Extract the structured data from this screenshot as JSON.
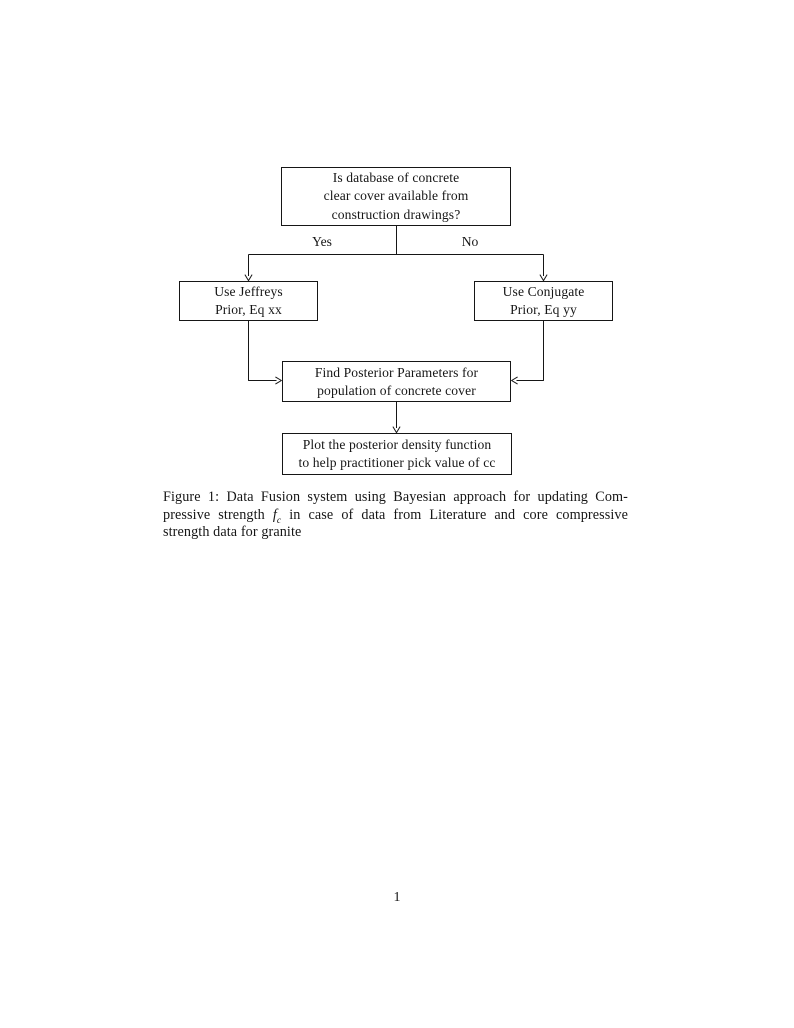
{
  "colors": {
    "ink": "#161616",
    "background": "#ffffff"
  },
  "page": {
    "number": "1"
  },
  "figure": {
    "flowchart": {
      "decision": {
        "lines": [
          "Is database of concrete",
          "clear cover available from",
          "construction drawings?"
        ]
      },
      "branch_yes": "Yes",
      "branch_no": "No",
      "jeffreys": {
        "lines": [
          "Use Jeffreys",
          "Prior, Eq xx"
        ]
      },
      "conjugate": {
        "lines": [
          "Use Conjugate",
          "Prior, Eq yy"
        ]
      },
      "posterior": {
        "lines": [
          "Find Posterior Parameters for",
          "population of concrete cover"
        ]
      },
      "plot": {
        "lines": [
          "Plot the posterior density function",
          "to help practitioner pick value of cc"
        ]
      }
    },
    "caption": {
      "line1": "Figure 1: Data Fusion system using Bayesian approach for updating Com-",
      "line2_before_math": "pressive strength",
      "math_base": "f",
      "math_sub": "c",
      "line2_after_math": "in case of data from Literature and core compressive",
      "line3": "strength data for granite"
    }
  }
}
